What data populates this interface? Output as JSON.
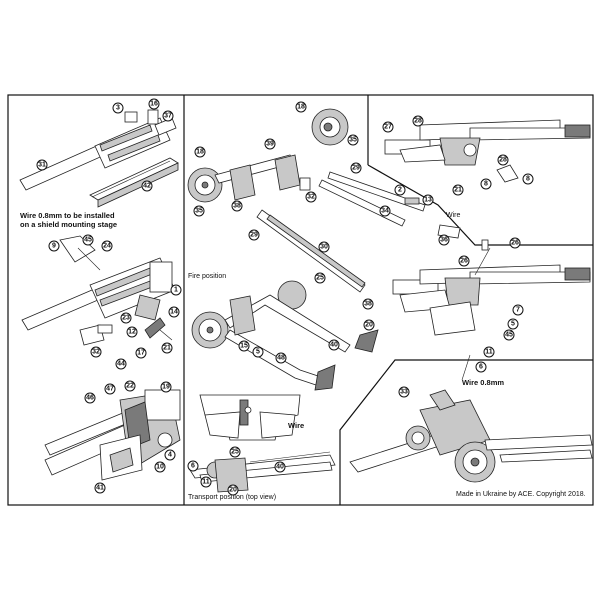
{
  "notes": {
    "wire_shield": "Wire 0.8mm to be installed\non a shield mounting stage",
    "fire_position": "Fire position",
    "wire_upper": "Wire",
    "wire_center": "Wire",
    "transport_position": "Transport position (top view)",
    "wire_08": "Wire 0.8mm",
    "copyright": "Made in Ukraine by ACE. Copyright 2018."
  },
  "callouts": {
    "p3": "3",
    "p16": "16",
    "p37": "37",
    "p31": "31",
    "p42": "42",
    "p9": "9",
    "p45a": "45",
    "p24": "24",
    "p1": "1",
    "p14": "14",
    "p23": "23",
    "p12": "12",
    "p32a": "32",
    "p17": "17",
    "p21a": "21",
    "p44": "44",
    "p47": "47",
    "p22": "22",
    "p19": "19",
    "p46": "46",
    "p4": "4",
    "p10": "10",
    "p41": "41",
    "p18a": "18",
    "p35a": "35",
    "p39": "39",
    "p18b": "18",
    "p38": "38",
    "p32b": "32",
    "p35b": "35",
    "p29a": "29",
    "p2": "2",
    "p13": "13",
    "p34": "34",
    "p36": "36",
    "p29b": "29",
    "p30": "30",
    "p25a": "25",
    "p38b": "38",
    "p15": "15",
    "p5a": "5",
    "p48": "48",
    "p40a": "40",
    "p20a": "20",
    "p6a": "6",
    "p25b": "25",
    "p11a": "11",
    "p20b": "20",
    "p40b": "40",
    "p27": "27",
    "p28a": "28",
    "p8a": "8",
    "p28b": "28",
    "p8b": "8",
    "p21b": "21",
    "p26a": "26",
    "p26b": "26",
    "p7": "7",
    "p5b": "5",
    "p45b": "45",
    "p11b": "11",
    "p6b": "6",
    "p33": "33"
  }
}
